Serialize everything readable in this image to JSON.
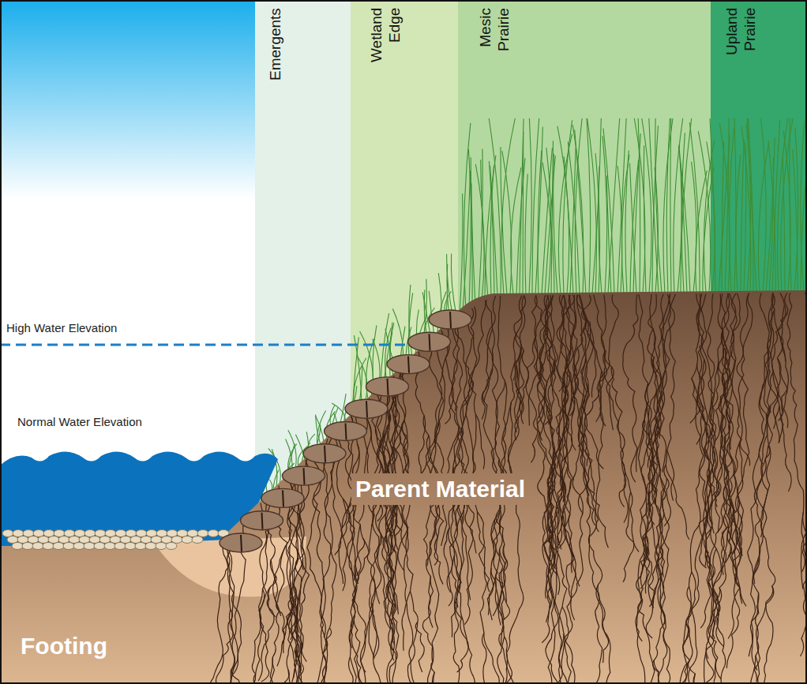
{
  "diagram": {
    "nodes": [
      {
        "text": [
          "Emergents"
        ]
      },
      {
        "text": [
          "Wetland Edge"
        ]
      },
      {
        "text": [
          "Mesic Prairie"
        ]
      },
      {
        "text": [
          "Upland Prairie"
        ]
      }
    ],
    "labels": [
      "High Water Elevation",
      "Normal Water Elevation",
      "Parent Material",
      "Footing"
    ]
  }
}
